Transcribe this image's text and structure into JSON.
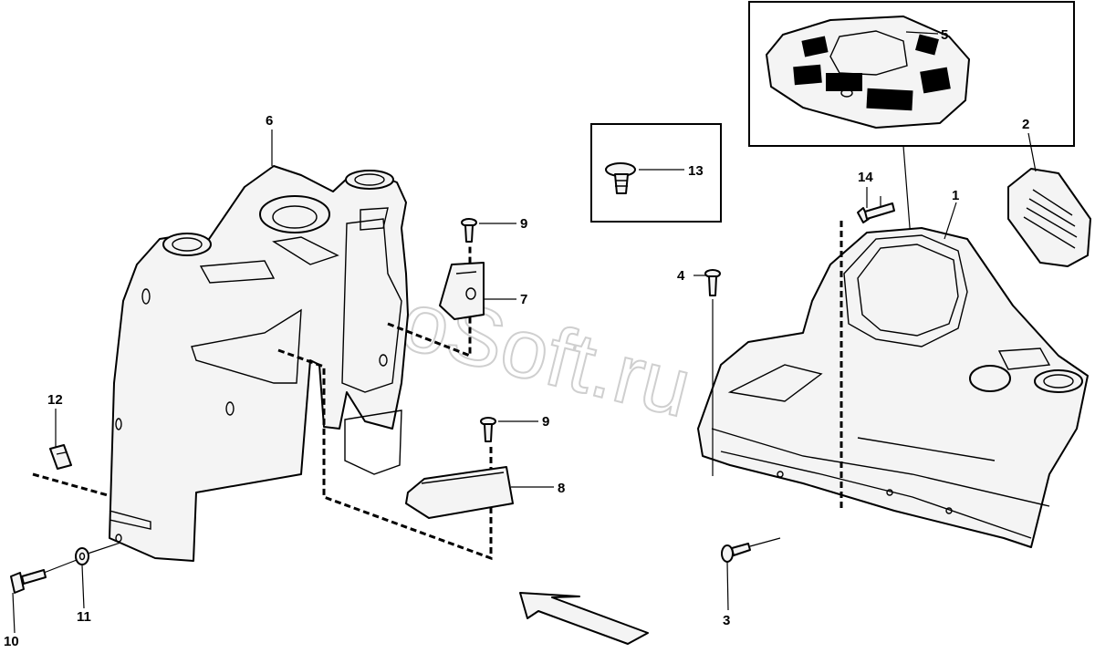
{
  "diagram": {
    "watermark": "AutoSoft.ru",
    "labels": {
      "l1": "1",
      "l2": "2",
      "l3": "3",
      "l4": "4",
      "l5": "5",
      "l6": "6",
      "l7": "7",
      "l8": "8",
      "l9a": "9",
      "l9b": "9",
      "l10": "10",
      "l11": "11",
      "l12": "12",
      "l13": "13",
      "l14": "14"
    }
  }
}
